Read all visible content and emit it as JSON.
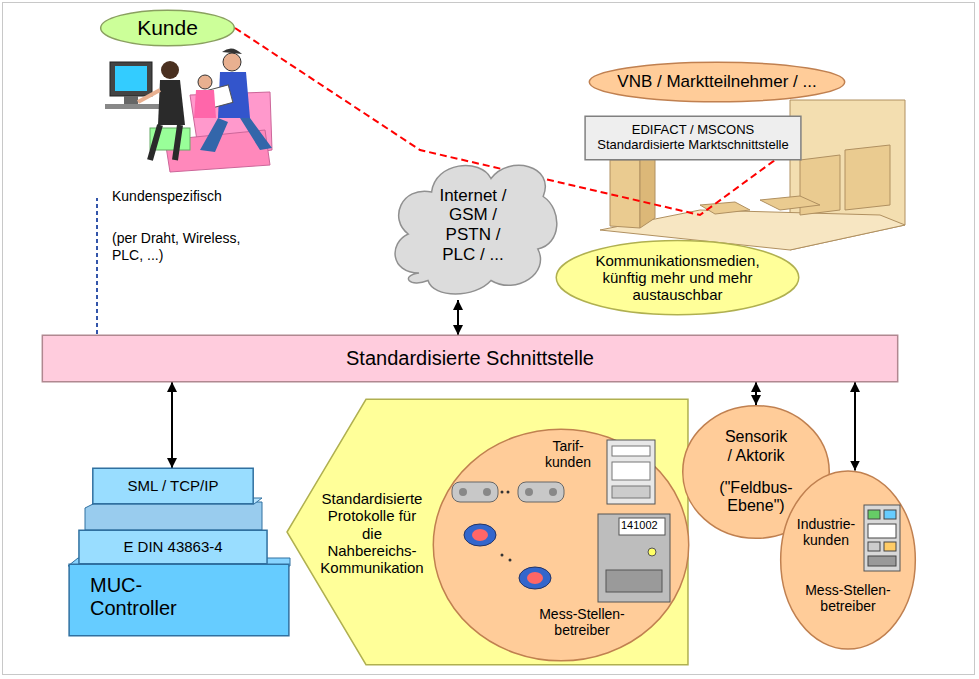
{
  "diagram": {
    "nodes": [
      {
        "text": [
          "Kunde"
        ]
      },
      {
        "text": [
          "VNB / Marktteilnehmer / ..."
        ]
      },
      {
        "text": [
          "EDIFACT / MSCONS",
          "Standardisierte Marktschnittstelle"
        ]
      },
      {
        "text": [
          "Internet / GSM / PSTN / PLC / ..."
        ]
      },
      {
        "text": [
          "Kommunikationsmedien, künftig mehr und mehr austauschbar"
        ]
      },
      {
        "text": [
          "Standardisierte Schnittstelle"
        ]
      },
      {
        "text": [
          "SML / TCP/IP"
        ]
      },
      {
        "text": [
          "E DIN 43863-4"
        ]
      },
      {
        "text": [
          "MUC- Controller"
        ]
      },
      {
        "text": [
          "Standardisierte Protokolle für die Nahbereichs- Kommunikation"
        ]
      },
      {
        "text": [
          "Tarif- kunden",
          "Mess-Stellen- betreiber"
        ],
        "in": 9
      },
      {
        "text": [
          "Sensorik / Aktorik",
          "(\"Feldbus- Ebene\")"
        ]
      },
      {
        "text": [
          "Industrie- kunden",
          "Mess-Stellen- betreiber"
        ]
      }
    ],
    "edges": [
      {
        "from": 0,
        "to": 2,
        "arrow": "none"
      },
      {
        "from": 3,
        "to": 5,
        "arrow": "both"
      },
      {
        "from": 5,
        "to": 6,
        "arrow": "both"
      },
      {
        "from": 5,
        "to": 11,
        "arrow": "both"
      },
      {
        "from": 5,
        "to": 12,
        "arrow": "both"
      }
    ],
    "labels": [
      "Kundenspezifisch",
      "(per Draht, Wireless, PLC, ...)",
      "141002"
    ]
  }
}
